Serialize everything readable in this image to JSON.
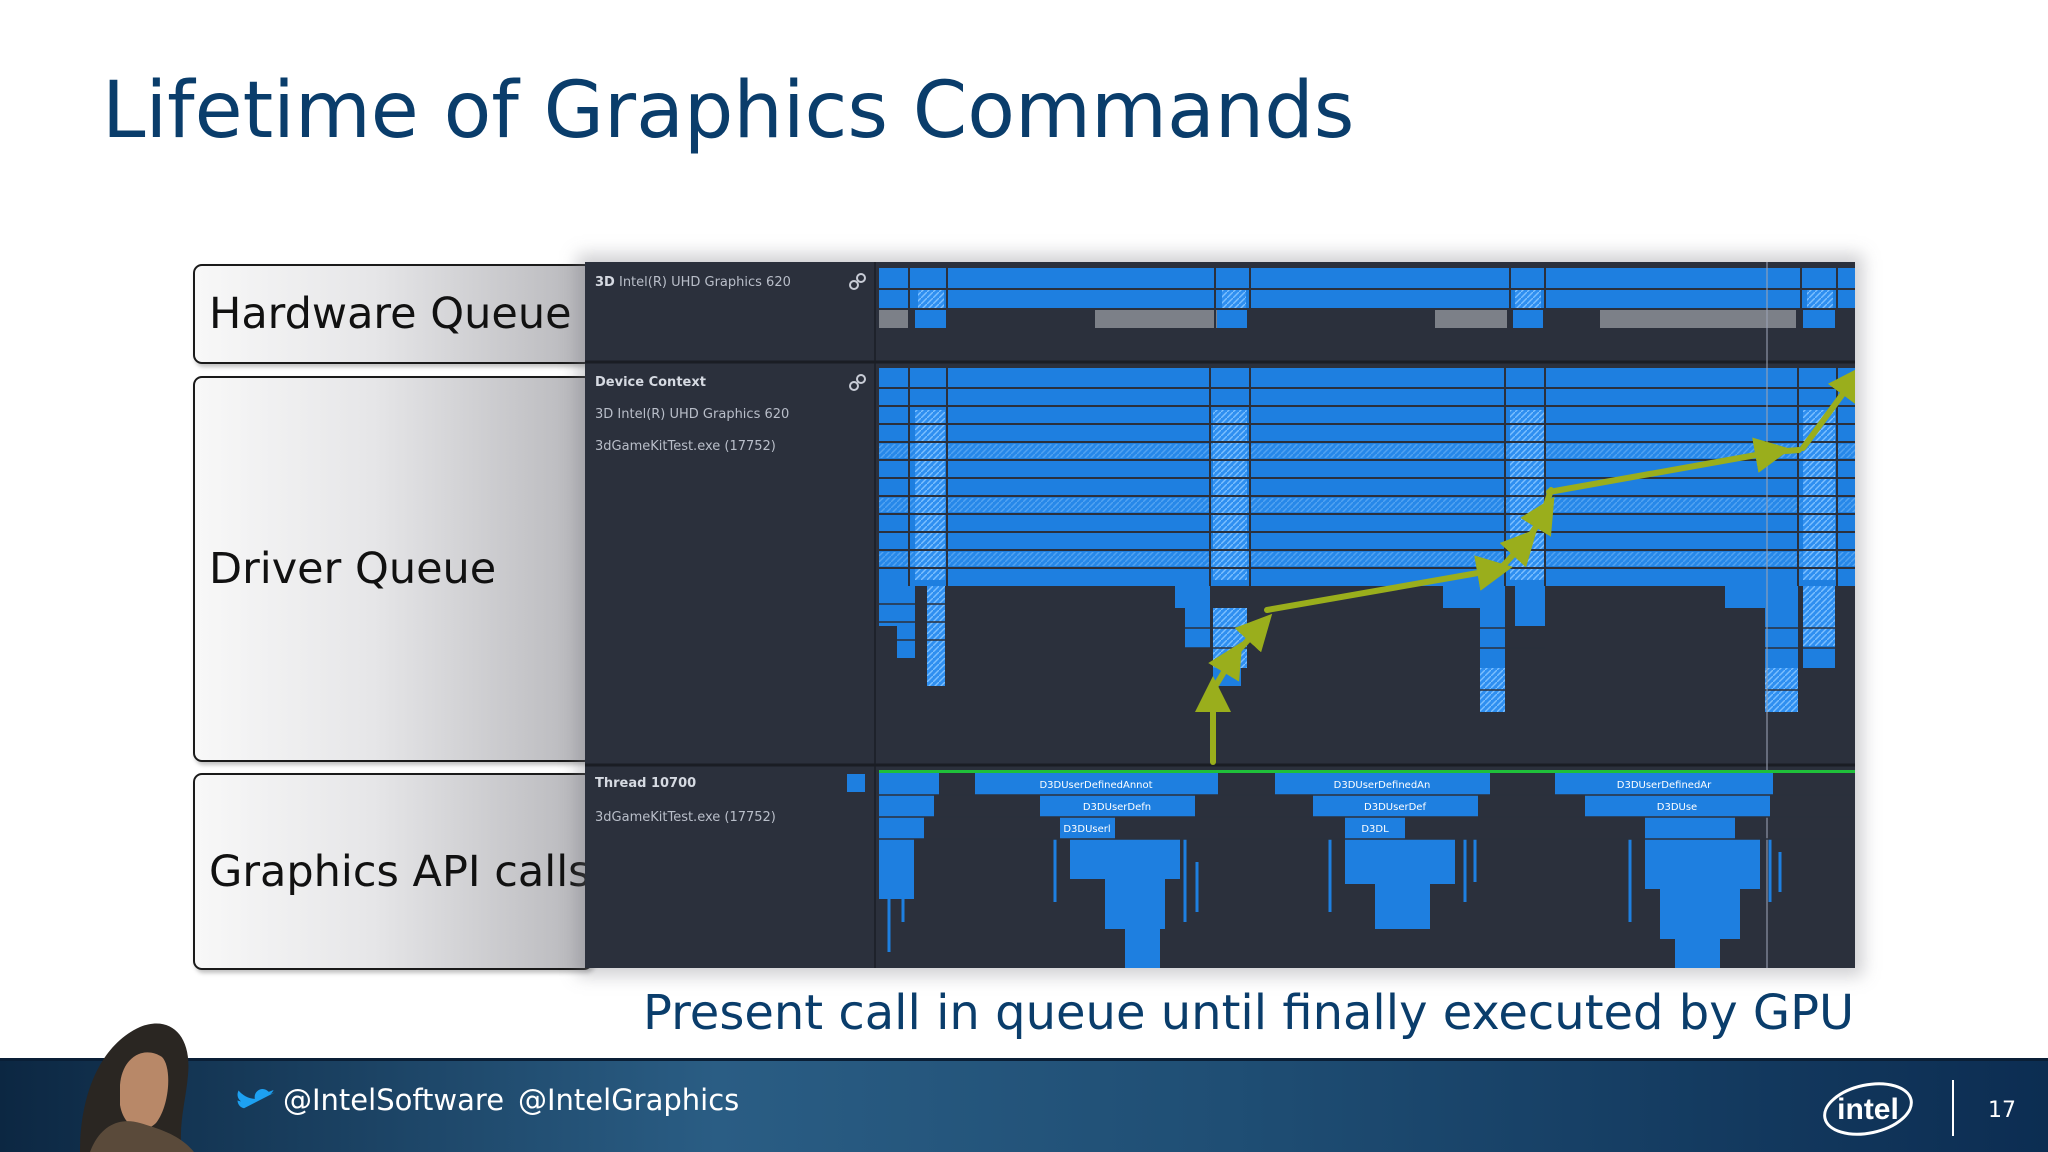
{
  "slide": {
    "title": "Lifetime of Graphics Commands",
    "caption": "Present call in queue until finally executed by GPU",
    "page_number": "17"
  },
  "labels": {
    "hardware_queue": "Hardware Queue",
    "driver_queue": "Driver Queue",
    "api_calls": "Graphics API calls"
  },
  "gpuview": {
    "hw_row_title": "3D",
    "hw_row_name": "Intel(R) UHD Graphics 620",
    "device_context": "Device Context",
    "dc_line1": "3D Intel(R) UHD Graphics 620",
    "dc_line2": "3dGameKitTest.exe (17752)",
    "thread_title": "Thread 10700",
    "thread_proc": "3dGameKitTest.exe (17752)",
    "evt_a1": "D3DUserDefinedAnnot",
    "evt_a2": "D3DUserDefn",
    "evt_a3": "D3DUserl",
    "evt_b1": "D3DUserDefinedAn",
    "evt_b2": "D3DUserDef",
    "evt_b3": "D3DL",
    "evt_c1": "D3DUserDefinedAr",
    "evt_c2": "D3DUse"
  },
  "footer": {
    "twitter_handle_1": "@IntelSoftware",
    "twitter_handle_2": "@IntelGraphics",
    "logo_text": "intel"
  },
  "colors": {
    "title_blue": "#0a3d6b",
    "bar_blue": "#1e7fe0",
    "arrow_olive": "#9aae1c",
    "panel_bg": "#2b303c"
  }
}
